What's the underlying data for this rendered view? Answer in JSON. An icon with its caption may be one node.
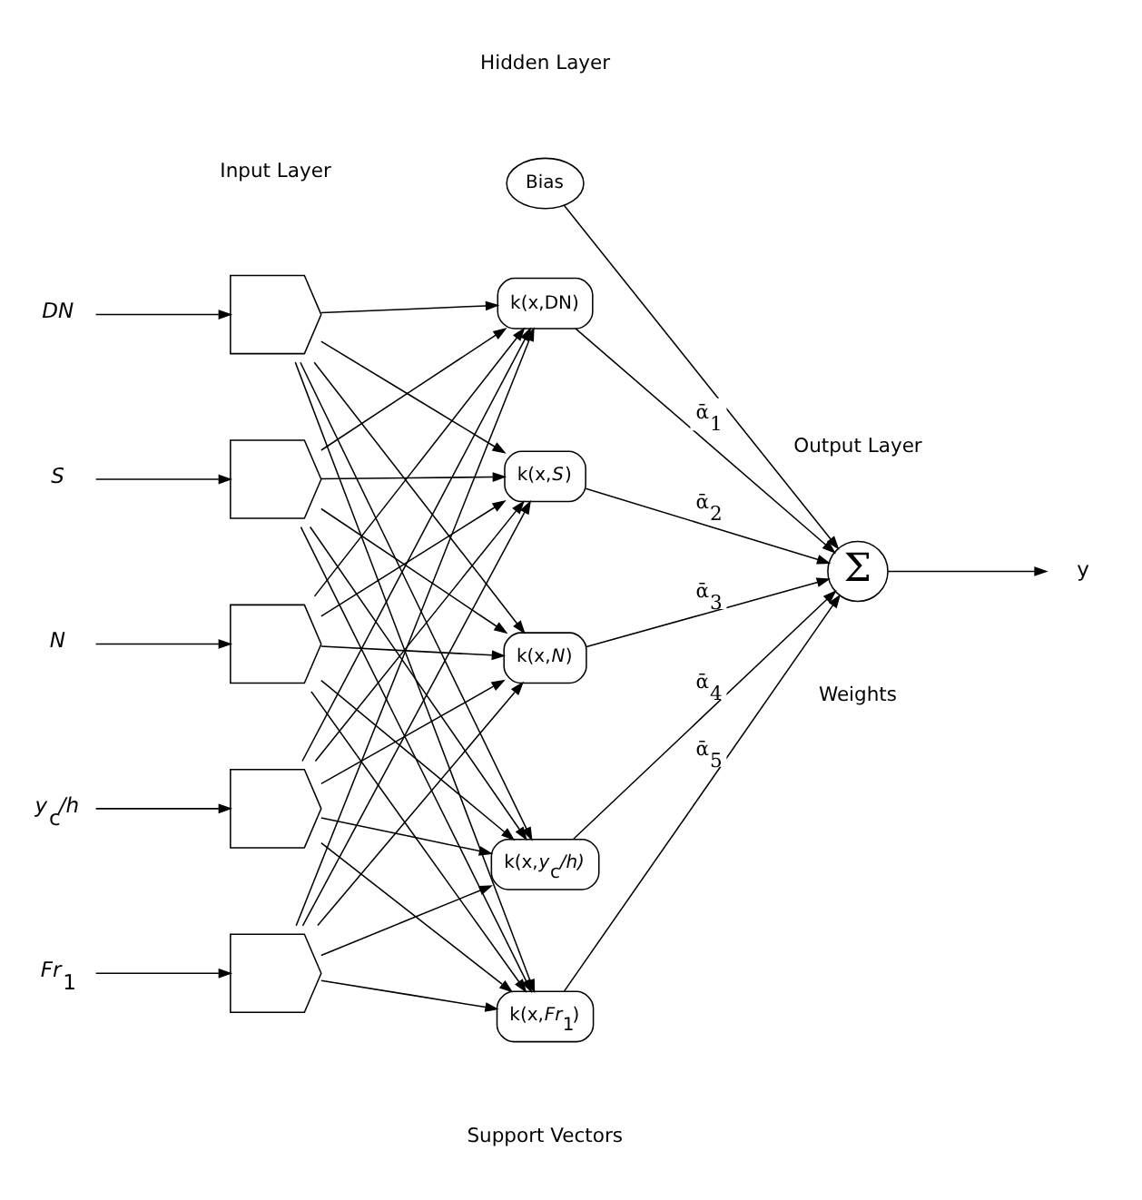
{
  "diagram": {
    "nodes": [
      {
        "text": [
          "*DN*"
        ]
      },
      {
        "text": [
          "*S*"
        ]
      },
      {
        "text": [
          "*N*"
        ]
      },
      {
        "text": [
          "*y*$_{c}$*/h*"
        ]
      },
      {
        "text": [
          "*Fr*$_{1}$"
        ]
      },
      {
        "text": [],
        "shape": "pentagon"
      },
      {
        "text": [],
        "shape": "pentagon"
      },
      {
        "text": [],
        "shape": "pentagon"
      },
      {
        "text": [],
        "shape": "pentagon"
      },
      {
        "text": [],
        "shape": "pentagon"
      },
      {
        "text": [
          "Bias"
        ]
      },
      {
        "text": [
          "k(x,DN)"
        ]
      },
      {
        "text": [
          "k(x,*S*)"
        ]
      },
      {
        "text": [
          "k(x,*N*)"
        ]
      },
      {
        "text": [
          "k(x,*y*$_{c}$*/h)*"
        ]
      },
      {
        "text": [
          "k(x,*Fr*$_{1}$)"
        ]
      },
      {
        "text": [
          "Σ"
        ]
      },
      {
        "text": [
          "y"
        ]
      }
    ],
    "edges": [
      {
        "from": 0,
        "to": 5,
        "arrow": "to"
      },
      {
        "from": 1,
        "to": 6,
        "arrow": "to"
      },
      {
        "from": 2,
        "to": 7,
        "arrow": "to"
      },
      {
        "from": 3,
        "to": 8,
        "arrow": "to"
      },
      {
        "from": 4,
        "to": 9,
        "arrow": "to"
      },
      {
        "from": 5,
        "to": 11,
        "arrow": "to"
      },
      {
        "from": 5,
        "to": 12,
        "arrow": "to"
      },
      {
        "from": 5,
        "to": 13,
        "arrow": "to"
      },
      {
        "from": 5,
        "to": 14,
        "arrow": "to"
      },
      {
        "from": 5,
        "to": 15,
        "arrow": "to"
      },
      {
        "from": 6,
        "to": 11,
        "arrow": "to"
      },
      {
        "from": 6,
        "to": 12,
        "arrow": "to"
      },
      {
        "from": 6,
        "to": 13,
        "arrow": "to"
      },
      {
        "from": 6,
        "to": 14,
        "arrow": "to"
      },
      {
        "from": 6,
        "to": 15,
        "arrow": "to"
      },
      {
        "from": 7,
        "to": 11,
        "arrow": "to"
      },
      {
        "from": 7,
        "to": 12,
        "arrow": "to"
      },
      {
        "from": 7,
        "to": 13,
        "arrow": "to"
      },
      {
        "from": 7,
        "to": 14,
        "arrow": "to"
      },
      {
        "from": 7,
        "to": 15,
        "arrow": "to"
      },
      {
        "from": 8,
        "to": 11,
        "arrow": "to"
      },
      {
        "from": 8,
        "to": 12,
        "arrow": "to"
      },
      {
        "from": 8,
        "to": 13,
        "arrow": "to"
      },
      {
        "from": 8,
        "to": 14,
        "arrow": "to"
      },
      {
        "from": 8,
        "to": 15,
        "arrow": "to"
      },
      {
        "from": 9,
        "to": 11,
        "arrow": "to"
      },
      {
        "from": 9,
        "to": 12,
        "arrow": "to"
      },
      {
        "from": 9,
        "to": 13,
        "arrow": "to"
      },
      {
        "from": 9,
        "to": 14,
        "arrow": "to"
      },
      {
        "from": 9,
        "to": 15,
        "arrow": "to"
      },
      {
        "from": 10,
        "to": 16,
        "arrow": "to"
      },
      {
        "from": 11,
        "to": 16,
        "arrow": "to",
        "label": "ᾱ$_{1}$"
      },
      {
        "from": 12,
        "to": 16,
        "arrow": "to",
        "label": "ᾱ$_{2}$"
      },
      {
        "from": 13,
        "to": 16,
        "arrow": "to",
        "label": "ᾱ$_{3}$"
      },
      {
        "from": 14,
        "to": 16,
        "arrow": "to",
        "label": "ᾱ$_{4}$"
      },
      {
        "from": 15,
        "to": 16,
        "arrow": "to",
        "label": "ᾱ$_{5}$"
      },
      {
        "from": 16,
        "to": 17,
        "arrow": "to"
      }
    ],
    "labels": [
      "Hidden Layer",
      "Input Layer",
      "Output Layer",
      "Support Vectors",
      "Weights"
    ]
  }
}
